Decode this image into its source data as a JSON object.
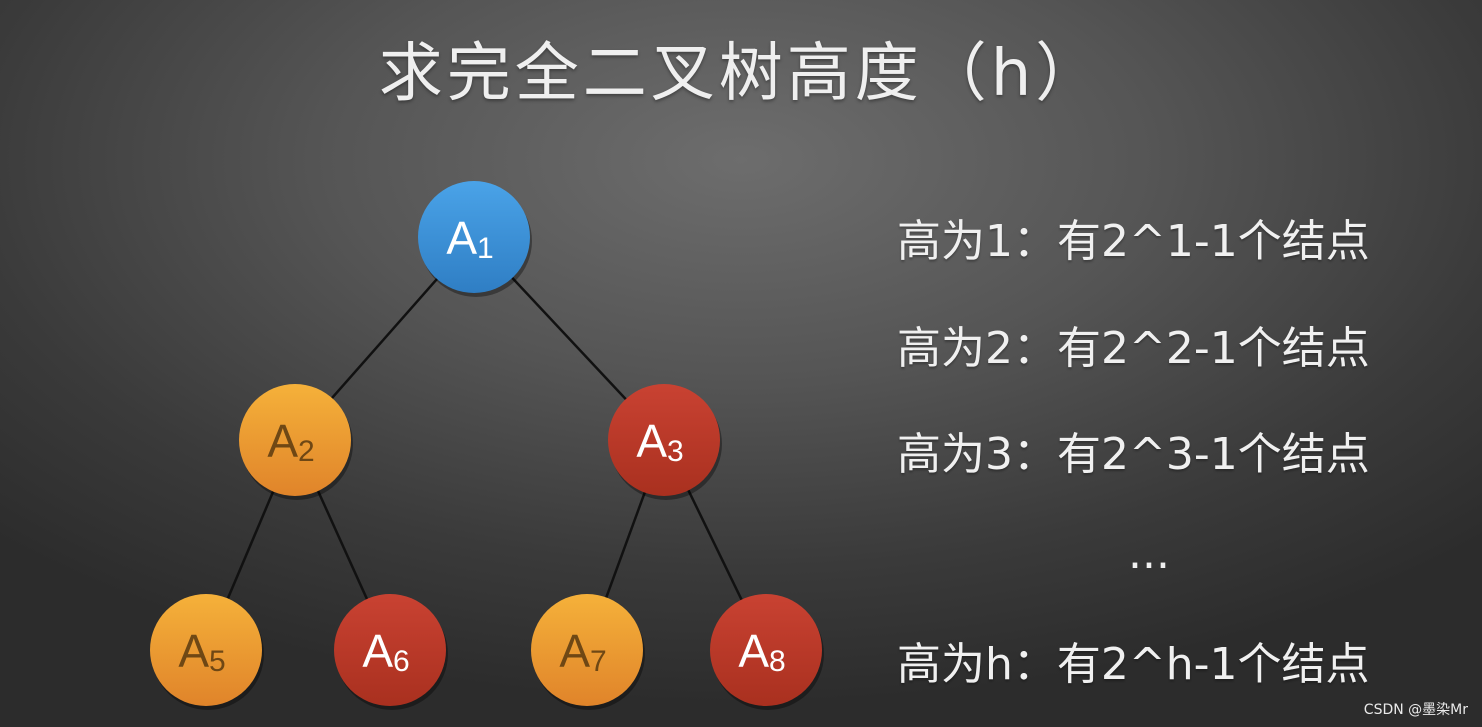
{
  "title": "求完全二叉树高度（h）",
  "tree": {
    "nodes": [
      {
        "id": "A1",
        "letter": "A",
        "sub": "1",
        "color": "#3a8fd6",
        "kind": "blue"
      },
      {
        "id": "A2",
        "letter": "A",
        "sub": "2",
        "color": "#efa233",
        "kind": "orange"
      },
      {
        "id": "A3",
        "letter": "A",
        "sub": "3",
        "color": "#c0392b",
        "kind": "red"
      },
      {
        "id": "A5",
        "letter": "A",
        "sub": "5",
        "color": "#efa233",
        "kind": "orange"
      },
      {
        "id": "A6",
        "letter": "A",
        "sub": "6",
        "color": "#c0392b",
        "kind": "red"
      },
      {
        "id": "A7",
        "letter": "A",
        "sub": "7",
        "color": "#efa233",
        "kind": "orange"
      },
      {
        "id": "A8",
        "letter": "A",
        "sub": "8",
        "color": "#c0392b",
        "kind": "red"
      }
    ],
    "edges": [
      [
        "A1",
        "A2"
      ],
      [
        "A1",
        "A3"
      ],
      [
        "A2",
        "A5"
      ],
      [
        "A2",
        "A6"
      ],
      [
        "A3",
        "A7"
      ],
      [
        "A3",
        "A8"
      ]
    ]
  },
  "formulas": [
    "高为1：有2^1-1个结点",
    "高为2：有2^2-1个结点",
    "高为3：有2^3-1个结点",
    "高为h：有2^h-1个结点"
  ],
  "ellipsis": "...",
  "watermark": "CSDN @墨染Mr"
}
